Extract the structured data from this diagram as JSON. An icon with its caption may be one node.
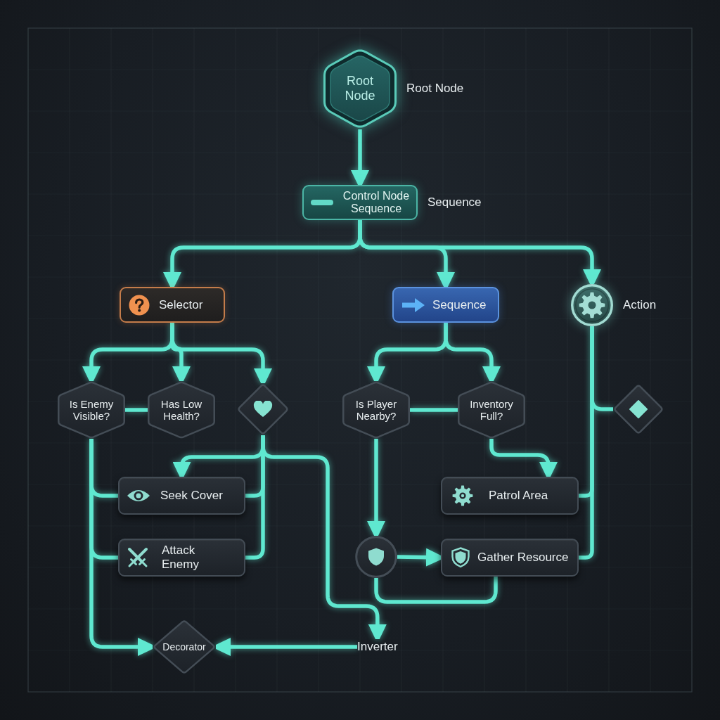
{
  "diagram": {
    "nodes": [
      {
        "text": [
          "Root Node"
        ],
        "beside": [
          "Root Node"
        ]
      },
      {
        "text": [
          "Control Node Sequence"
        ],
        "beside": [
          "Sequence"
        ]
      },
      {
        "text": [
          "Selector"
        ]
      },
      {
        "text": [
          "Sequence"
        ]
      },
      {
        "text": [],
        "shape": "circle",
        "beside": [
          "Action"
        ]
      },
      {
        "text": [
          "Is Enemy Visible?"
        ]
      },
      {
        "text": [
          "Has Low Health?"
        ]
      },
      {
        "text": [],
        "shape": "diamond"
      },
      {
        "text": [
          "Is Player Nearby?"
        ]
      },
      {
        "text": [
          "Inventory Full?"
        ]
      },
      {
        "text": [],
        "shape": "diamond"
      },
      {
        "text": [
          "Seek Cover"
        ]
      },
      {
        "text": [
          "Patrol Area"
        ]
      },
      {
        "text": [
          "Attack Enemy"
        ]
      },
      {
        "text": [],
        "shape": "circle"
      },
      {
        "text": [
          "Gather Resource"
        ]
      },
      {
        "text": [
          "Decorator"
        ]
      },
      {
        "text": [
          "Inverter"
        ]
      }
    ],
    "edges": [
      {
        "from": 0,
        "to": 1,
        "arrow": "to"
      },
      {
        "from": 1,
        "to": 2,
        "arrow": "to"
      },
      {
        "from": 1,
        "to": 3,
        "arrow": "to"
      },
      {
        "from": 1,
        "to": 4,
        "arrow": "to"
      },
      {
        "from": 2,
        "to": 5,
        "arrow": "to"
      },
      {
        "from": 2,
        "to": 6,
        "arrow": "to"
      },
      {
        "from": 2,
        "to": 7,
        "arrow": "to"
      },
      {
        "from": 5,
        "to": 6,
        "arrow": "none"
      },
      {
        "from": 3,
        "to": 8,
        "arrow": "to"
      },
      {
        "from": 3,
        "to": 9,
        "arrow": "to"
      },
      {
        "from": 8,
        "to": 9,
        "arrow": "none"
      },
      {
        "from": 4,
        "to": 10,
        "arrow": "none"
      },
      {
        "from": 5,
        "to": 11,
        "arrow": "none"
      },
      {
        "from": 5,
        "to": 13,
        "arrow": "none"
      },
      {
        "from": 5,
        "to": 16,
        "arrow": "to"
      },
      {
        "from": 7,
        "to": 11,
        "arrow": "to"
      },
      {
        "from": 7,
        "to": 11,
        "arrow": "none"
      },
      {
        "from": 7,
        "to": 13,
        "arrow": "none"
      },
      {
        "from": 7,
        "to": 17,
        "arrow": "to"
      },
      {
        "from": 17,
        "to": 16,
        "arrow": "to"
      },
      {
        "from": 9,
        "to": 12,
        "arrow": "to"
      },
      {
        "from": 8,
        "to": 14,
        "arrow": "to"
      },
      {
        "from": 14,
        "to": 15,
        "arrow": "to"
      },
      {
        "from": 14,
        "to": 15,
        "arrow": "none"
      },
      {
        "from": 12,
        "to": 4,
        "arrow": "none"
      },
      {
        "from": 15,
        "to": 4,
        "arrow": "none"
      }
    ]
  }
}
